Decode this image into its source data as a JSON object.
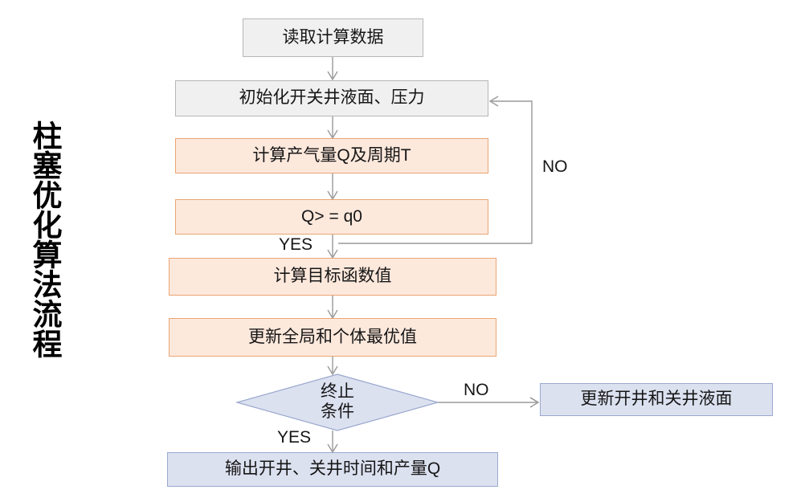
{
  "diagram": {
    "side_title": "柱塞优化算法流程",
    "nodes": [
      {
        "id": "read-data",
        "label": "读取计算数据",
        "shape": "rect",
        "fill": "#f0f0f0",
        "border": "#b6b6b6"
      },
      {
        "id": "init",
        "label": "初始化开关井液面、压力",
        "shape": "rect",
        "fill": "#f0f0f0",
        "border": "#b6b6b6"
      },
      {
        "id": "calc-q-t",
        "label": "计算产气量Q及周期T",
        "shape": "rect",
        "fill": "#fde8dc",
        "border": "#eaa573"
      },
      {
        "id": "compare-q",
        "label": "Q> = q0",
        "shape": "rect",
        "fill": "#fde8dc",
        "border": "#eaa573"
      },
      {
        "id": "calc-objective",
        "label": "计算目标函数值",
        "shape": "rect",
        "fill": "#fde8dc",
        "border": "#eaa573"
      },
      {
        "id": "update-best",
        "label": "更新全局和个体最优值",
        "shape": "rect",
        "fill": "#fde8dc",
        "border": "#eaa573"
      },
      {
        "id": "stop-cond",
        "label_line1": "终止",
        "label_line2": "条件",
        "shape": "diamond",
        "fill": "#dce1f0",
        "border": "#9aa8ce"
      },
      {
        "id": "update-levels",
        "label": "更新开井和关井液面",
        "shape": "rect",
        "fill": "#dce1f0",
        "border": "#9aa8ce"
      },
      {
        "id": "output",
        "label": "输出开井、关井时间和产量Q",
        "shape": "rect",
        "fill": "#dce1f0",
        "border": "#9aa8ce"
      }
    ],
    "edge_labels": {
      "loop_no": "NO",
      "compare_yes": "YES",
      "stop_no": "NO",
      "stop_yes": "YES"
    }
  }
}
